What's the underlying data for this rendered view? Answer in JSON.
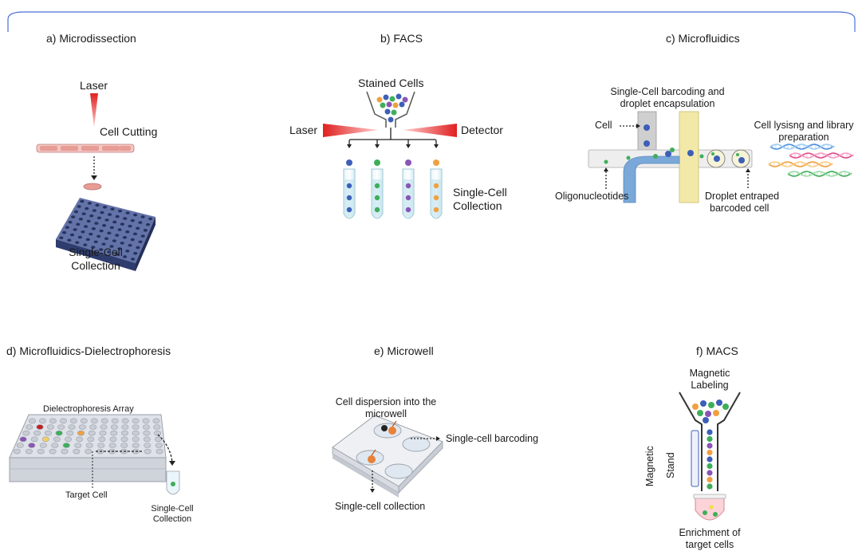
{
  "panels": {
    "a": {
      "title": "a) Microdissection",
      "laser": "Laser",
      "cell_cutting": "Cell Cutting",
      "collection_line1": "Single-Cell",
      "collection_line2": "Collection"
    },
    "b": {
      "title": "b) FACS",
      "stained_cells": "Stained Cells",
      "laser": "Laser",
      "detector": "Detector",
      "collection_line1": "Single-Cell",
      "collection_line2": "Collection"
    },
    "c": {
      "title": "c) Microfluidics",
      "barcoding_line1": "Single-Cell barcoding and",
      "barcoding_line2": "droplet encapsulation",
      "cell": "Cell",
      "lysis_line1": "Cell lysisng and library",
      "lysis_line2": "preparation",
      "oligonucleotides": "Oligonucleotides",
      "droplet_line1": "Droplet entraped",
      "droplet_line2": "barcoded cell"
    },
    "d": {
      "title": "d) Microfluidics-Dielectrophoresis",
      "array": "Dielectrophoresis Array",
      "target_cell": "Target Cell",
      "collection_line1": "Single-Cell",
      "collection_line2": "Collection"
    },
    "e": {
      "title": "e) Microwell",
      "dispersion_line1": "Cell dispersion into the",
      "dispersion_line2": "microwell",
      "barcoding": "Single-cell barcoding",
      "collection": "Single-cell collection"
    },
    "f": {
      "title": "f) MACS",
      "labeling_line1": "Magnetic",
      "labeling_line2": "Labeling",
      "stand_line1": "Magnetic",
      "stand_line2": "Stand",
      "enrichment_line1": "Enrichment of",
      "enrichment_line2": "target cells"
    }
  },
  "colors": {
    "bracket": "#4a6fd8",
    "laser_red": "#e02020",
    "cell_blue": "#3d5fb8",
    "cell_green": "#3fae5a",
    "cell_purple": "#8a55b5",
    "cell_orange": "#f0a040",
    "channel_blue": "#7aa8d8",
    "channel_yellow": "#f2e8a8",
    "plate_navy": "#3b4c82",
    "tube_fill": "#bfe3ee"
  }
}
